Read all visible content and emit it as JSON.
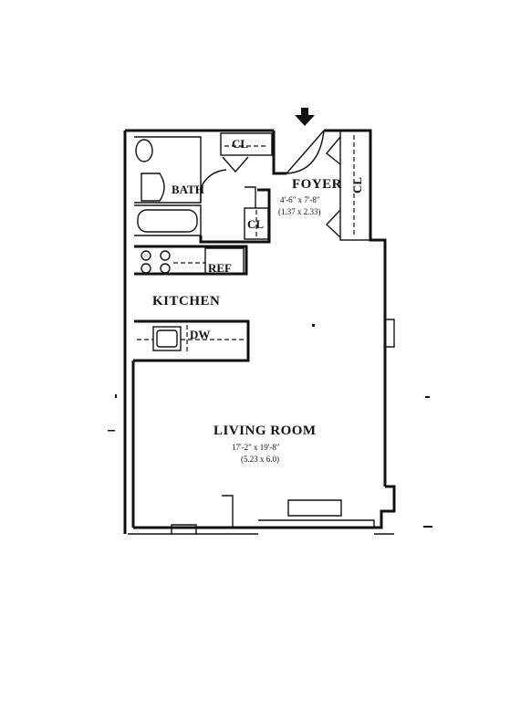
{
  "rooms": {
    "foyer": {
      "name": "FOYER",
      "dim_imperial": "4'-6\" x 7'-8\"",
      "dim_metric": "(1.37 x 2.33)"
    },
    "bath": {
      "name": "BATH"
    },
    "kitchen": {
      "name": "KITCHEN"
    },
    "living_room": {
      "name": "LIVING ROOM",
      "dim_imperial": "17'-2\" x 19'-8\"",
      "dim_metric": "(5.23 x 6.0)"
    }
  },
  "fixtures": {
    "closet_top": "CL",
    "closet_right": "CL",
    "closet_bath": "CL",
    "refrigerator": "REF",
    "dishwasher": "DW"
  },
  "entry_arrow_icon": "arrow-down-icon"
}
